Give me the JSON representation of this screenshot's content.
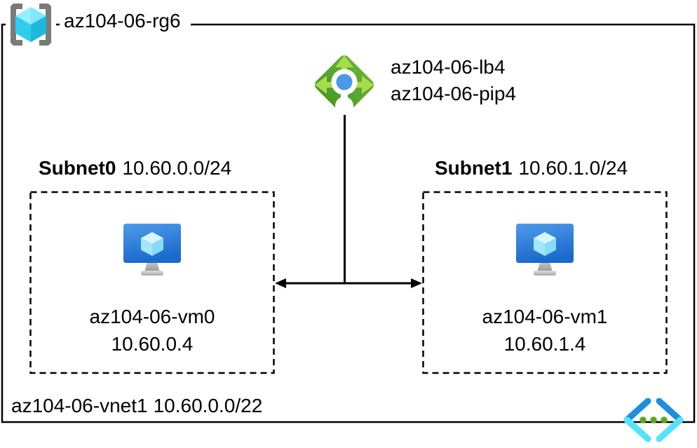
{
  "resource_group": {
    "name": "az104-06-rg6"
  },
  "load_balancer": {
    "name": "az104-06-lb4",
    "public_ip_name": "az104-06-pip4"
  },
  "subnets": [
    {
      "name": "Subnet0",
      "address_range": "10.60.0.0/24",
      "vm": {
        "name": "az104-06-vm0",
        "ip": "10.60.0.4"
      }
    },
    {
      "name": "Subnet1",
      "address_range": "10.60.1.0/24",
      "vm": {
        "name": "az104-06-vm1",
        "ip": "10.60.1.4"
      }
    }
  ],
  "virtual_network": {
    "name": "az104-06-vnet1",
    "address_space": "10.60.0.0/22"
  },
  "icons": {
    "resource_group": "resource-group-icon",
    "load_balancer": "load-balancer-icon",
    "virtual_machine": "virtual-machine-icon",
    "virtual_network": "virtual-network-icon"
  },
  "colors": {
    "line_black": "#000000",
    "lb_diamond_green": "#55A42C",
    "lb_arrow_green": "#A8DC4B",
    "lb_dot_blue": "#4B99E8",
    "vm_screen_blue_top": "#4F9BE9",
    "vm_screen_blue_bottom": "#1A69CD",
    "vm_cube_cyan": "#A3E6FE",
    "rg_cube_cyan": "#31CDEF",
    "rg_bracket_gray": "#7A7A7A",
    "vnet_chevron_blue": "#1D8FE1",
    "vnet_chevron_cyan": "#54E3FC",
    "vnet_dot_green": "#5FA71E"
  }
}
